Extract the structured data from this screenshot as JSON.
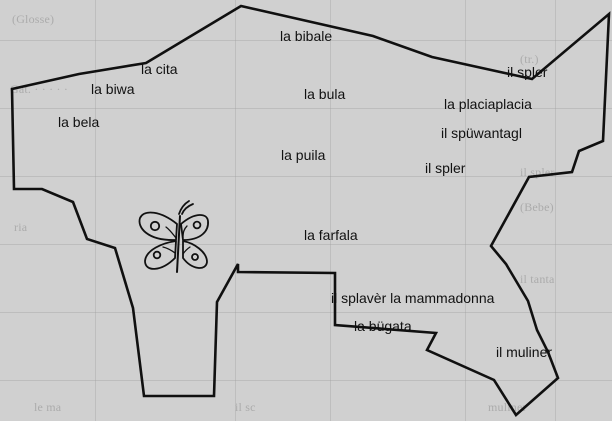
{
  "map": {
    "labels": [
      "la bibale",
      "la cita",
      "la biwa",
      "la bela",
      "la bula",
      "la puila",
      "la farfala",
      "il splavèr la mammadonna",
      "la bügata",
      "il muliner",
      "il spler",
      "la placiaplacia",
      "il spüwantagl",
      "il spler"
    ]
  },
  "colors": {
    "background": "#d0d0d0",
    "outline": "#101010",
    "text": "#111111"
  },
  "icons": {
    "butterfly": "butterfly-icon"
  }
}
